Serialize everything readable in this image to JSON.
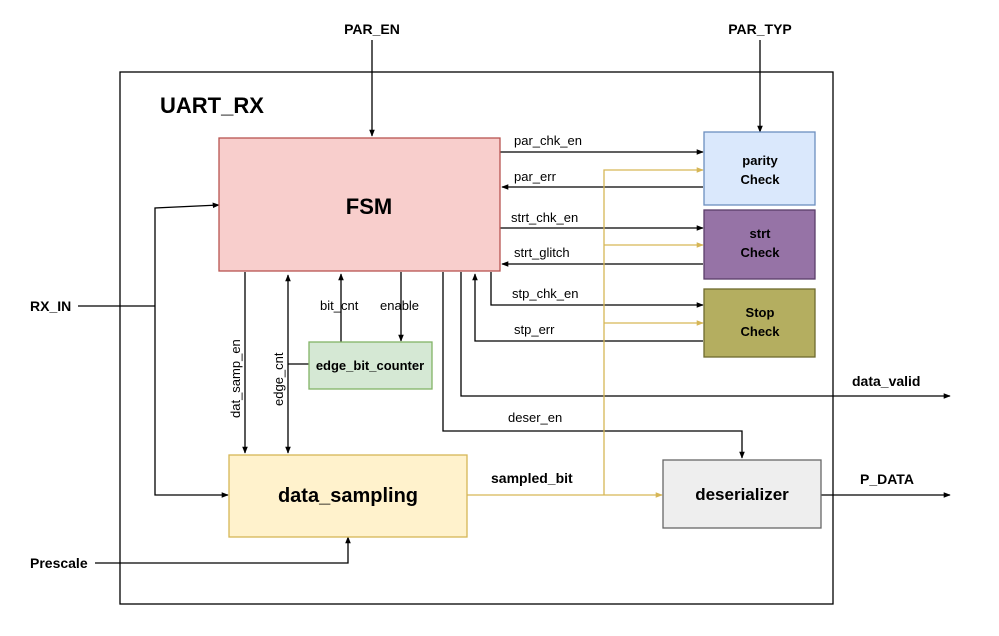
{
  "title": "UART_RX",
  "blocks": {
    "fsm": "FSM",
    "parity": [
      "parity",
      "Check"
    ],
    "strt": [
      "strt",
      "Check"
    ],
    "stop": [
      "Stop",
      "Check"
    ],
    "edge_counter": "edge_bit_counter",
    "data_sampling": "data_sampling",
    "deserializer": "deserializer"
  },
  "inputs": {
    "par_en": "PAR_EN",
    "par_typ": "PAR_TYP",
    "rx_in": "RX_IN",
    "prescale": "Prescale"
  },
  "outputs": {
    "data_valid": "data_valid",
    "p_data": "P_DATA"
  },
  "signals": {
    "par_chk_en": "par_chk_en",
    "par_err": "par_err",
    "strt_chk_en": "strt_chk_en",
    "strt_glitch": "strt_glitch",
    "stp_chk_en": "stp_chk_en",
    "stp_err": "stp_err",
    "bit_cnt": "bit_cnt",
    "enable": "enable",
    "dat_samp_en": "dat_samp_en",
    "edge_cnt": "edge_cnt",
    "deser_en": "deser_en",
    "sampled_bit": "sampled_bit"
  },
  "colors": {
    "fsm_fill": "#f8cecc",
    "fsm_stroke": "#b85450",
    "parity_fill": "#dae8fc",
    "parity_stroke": "#6c8ebf",
    "strt_fill": "#9673a6",
    "strt_stroke": "#5a3d6a",
    "stop_fill": "#b4ae60",
    "stop_stroke": "#6e6a2e",
    "counter_fill": "#d5e8d4",
    "counter_stroke": "#82b366",
    "sampling_fill": "#fff2cc",
    "sampling_stroke": "#d6b656",
    "deser_fill": "#eeeeee",
    "deser_stroke": "#666666",
    "sampled_bit_wire": "#d6b656"
  }
}
